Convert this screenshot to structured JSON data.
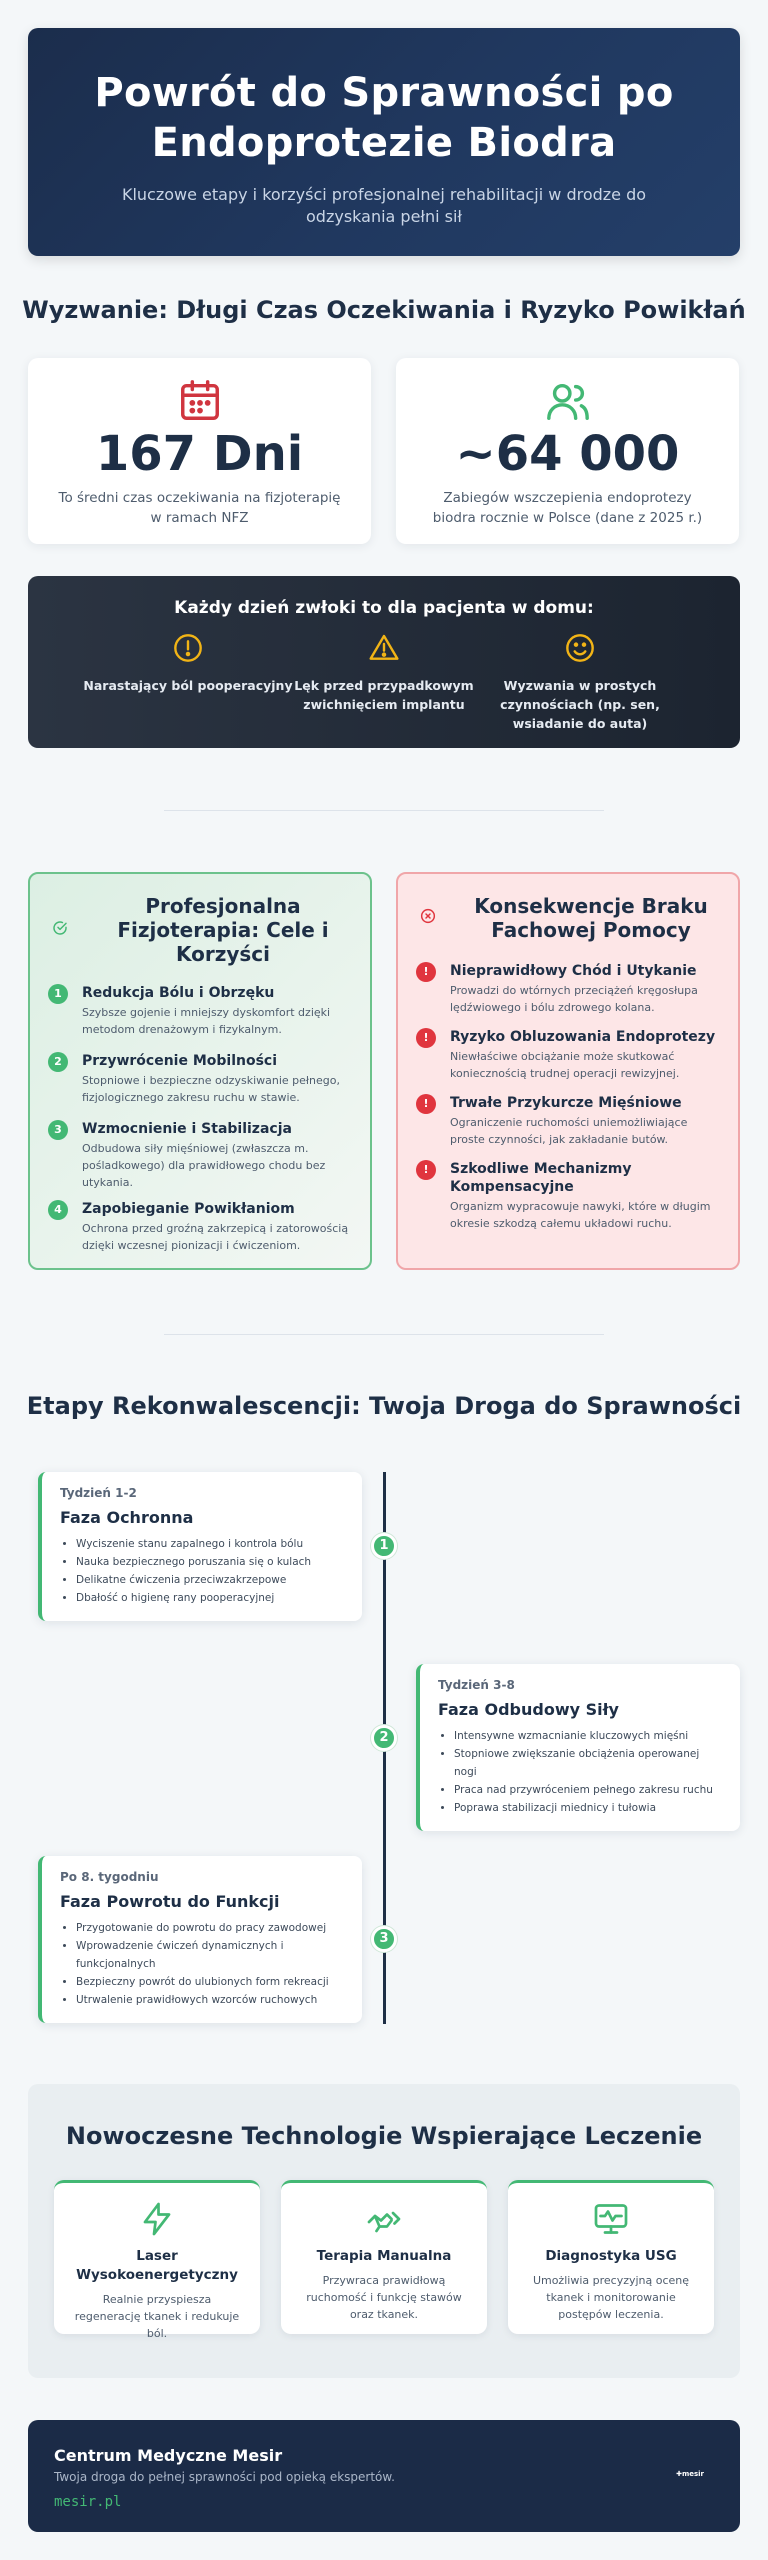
{
  "hero": {
    "title_line1": "Powrót do Sprawności po",
    "title_line2": "Endoprotezie Biodra",
    "subtitle": "Kluczowe etapy i korzyści profesjonalnej rehabilitacji w drodze do odzyskania pełni sił"
  },
  "challenge": {
    "title": "Wyzwanie: Długi Czas Oczekiwania i Ryzyko Powikłań",
    "stats": [
      {
        "icon": "calendar-icon",
        "value": "167 Dni",
        "desc": "To średni czas oczekiwania na fizjoterapię w ramach NFZ"
      },
      {
        "icon": "users-icon",
        "value": "~64 000",
        "desc": "Zabiegów wszczepienia endoprotezy biodra rocznie w Polsce (dane z 2025 r.)"
      }
    ],
    "panel_title": "Każdy dzień zwłoki to dla pacjenta w domu:",
    "panel_items": [
      {
        "icon": "alert-circle-icon",
        "text": "Narastający ból pooperacyjny"
      },
      {
        "icon": "alert-triangle-icon",
        "text": "Lęk przed przypadkowym zwichnięciem implantu"
      },
      {
        "icon": "smile-icon",
        "text": "Wyzwania w prostych czynnościach (np. sen, wsiadanie do auta)"
      }
    ]
  },
  "compare": {
    "good": {
      "title": "Profesjonalna Fizjoterapia: Cele i Korzyści",
      "items": [
        {
          "num": "1",
          "title": "Redukcja Bólu i Obrzęku",
          "text": "Szybsze gojenie i mniejszy dyskomfort dzięki metodom drenażowym i fizykalnym."
        },
        {
          "num": "2",
          "title": "Przywrócenie Mobilności",
          "text": "Stopniowe i bezpieczne odzyskiwanie pełnego, fizjologicznego zakresu ruchu w stawie."
        },
        {
          "num": "3",
          "title": "Wzmocnienie i Stabilizacja",
          "text": "Odbudowa siły mięśniowej (zwłaszcza m. pośladkowego) dla prawidłowego chodu bez utykania."
        },
        {
          "num": "4",
          "title": "Zapobieganie Powikłaniom",
          "text": "Ochrona przed groźną zakrzepicą i zatorowością dzięki wczesnej pionizacji i ćwiczeniom."
        }
      ]
    },
    "bad": {
      "title": "Konsekwencje Braku Fachowej Pomocy",
      "items": [
        {
          "num": "!",
          "title": "Nieprawidłowy Chód i Utykanie",
          "text": "Prowadzi do wtórnych przeciążeń kręgosłupa lędźwiowego i bólu zdrowego kolana."
        },
        {
          "num": "!",
          "title": "Ryzyko Obluzowania Endoprotezy",
          "text": "Niewłaściwe obciążanie może skutkować koniecznością trudnej operacji rewizyjnej."
        },
        {
          "num": "!",
          "title": "Trwałe Przykurcze Mięśniowe",
          "text": "Ograniczenie ruchomości uniemożliwiające proste czynności, jak zakładanie butów."
        },
        {
          "num": "!",
          "title": "Szkodliwe Mechanizmy Kompensacyjne",
          "text": "Organizm wypracowuje nawyki, które w długim okresie szkodzą całemu układowi ruchu."
        }
      ]
    }
  },
  "timeline": {
    "title": "Etapy Rekonwalescencji: Twoja Droga do Sprawności",
    "phases": [
      {
        "num": "1",
        "week": "Tydzień 1-2",
        "title": "Faza Ochronna",
        "items": [
          "Wyciszenie stanu zapalnego i kontrola bólu",
          "Nauka bezpiecznego poruszania się o kulach",
          "Delikatne ćwiczenia przeciwzakrzepowe",
          "Dbałość o higienę rany pooperacyjnej"
        ]
      },
      {
        "num": "2",
        "week": "Tydzień 3-8",
        "title": "Faza Odbudowy Siły",
        "items": [
          "Intensywne wzmacnianie kluczowych mięśni",
          "Stopniowe zwiększanie obciążenia operowanej nogi",
          "Praca nad przywróceniem pełnego zakresu ruchu",
          "Poprawa stabilizacji miednicy i tułowia"
        ]
      },
      {
        "num": "3",
        "week": "Po 8. tygodniu",
        "title": "Faza Powrotu do Funkcji",
        "items": [
          "Przygotowanie do powrotu do pracy zawodowej",
          "Wprowadzenie ćwiczeń dynamicznych i funkcjonalnych",
          "Bezpieczny powrót do ulubionych form rekreacji",
          "Utrwalenie prawidłowych wzorców ruchowych"
        ]
      }
    ]
  },
  "tech": {
    "title": "Nowoczesne Technologie Wspierające Leczenie",
    "cards": [
      {
        "icon": "lightning-icon",
        "title": "Laser Wysokoenergetyczny",
        "desc": "Realnie przyspiesza regenerację tkanek i redukuje ból."
      },
      {
        "icon": "hands-icon",
        "title": "Terapia Manualna",
        "desc": "Przywraca prawidłową ruchomość i funkcję stawów oraz tkanek."
      },
      {
        "icon": "monitor-icon",
        "title": "Diagnostyka USG",
        "desc": "Umożliwia precyzyjną ocenę tkanek i monitorowanie postępów leczenia."
      }
    ]
  },
  "footer": {
    "name": "Centrum Medyczne Mesir",
    "tagline": "Twoja droga do pełnej sprawności pod opieką ekspertów.",
    "url": "mesir.pl",
    "logo_text": "mesir"
  },
  "colors": {
    "navy": "#1b2d4c",
    "green": "#43b874",
    "red": "#e0353e",
    "amber": "#f2b416"
  }
}
